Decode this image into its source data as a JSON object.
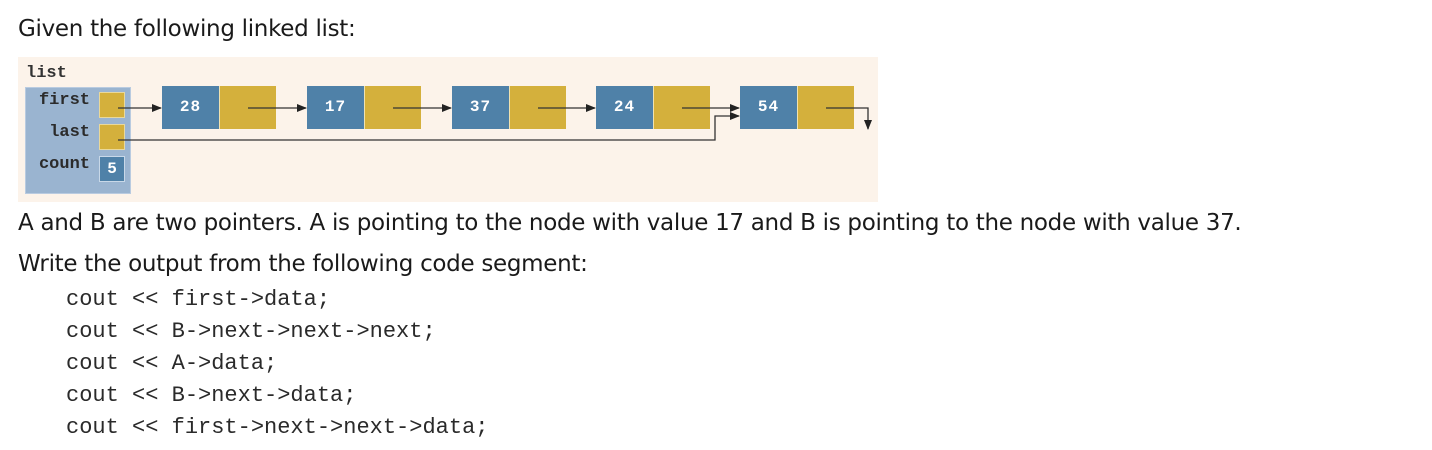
{
  "intro": "Given the following linked list:",
  "diagram": {
    "list_label": "list",
    "fields": {
      "first": "first",
      "last": "last",
      "count": "count"
    },
    "count_value": "5",
    "nodes": [
      "28",
      "17",
      "37",
      "24",
      "54"
    ],
    "colors": {
      "background": "#fcf3ea",
      "list_box": "#9ab4d0",
      "data_cell": "#4f81a8",
      "link_cell": "#d4b03c"
    }
  },
  "question": {
    "line1": "A and B are two pointers. A is pointing to the node with value 17 and B is pointing to the node with value 37.",
    "line2": "Write the output from the following code segment:",
    "code": [
      "cout << first->data;",
      "cout << B->next->next->next;",
      "cout << A->data;",
      "cout << B->next->data;",
      "cout << first->next->next->data;"
    ]
  }
}
